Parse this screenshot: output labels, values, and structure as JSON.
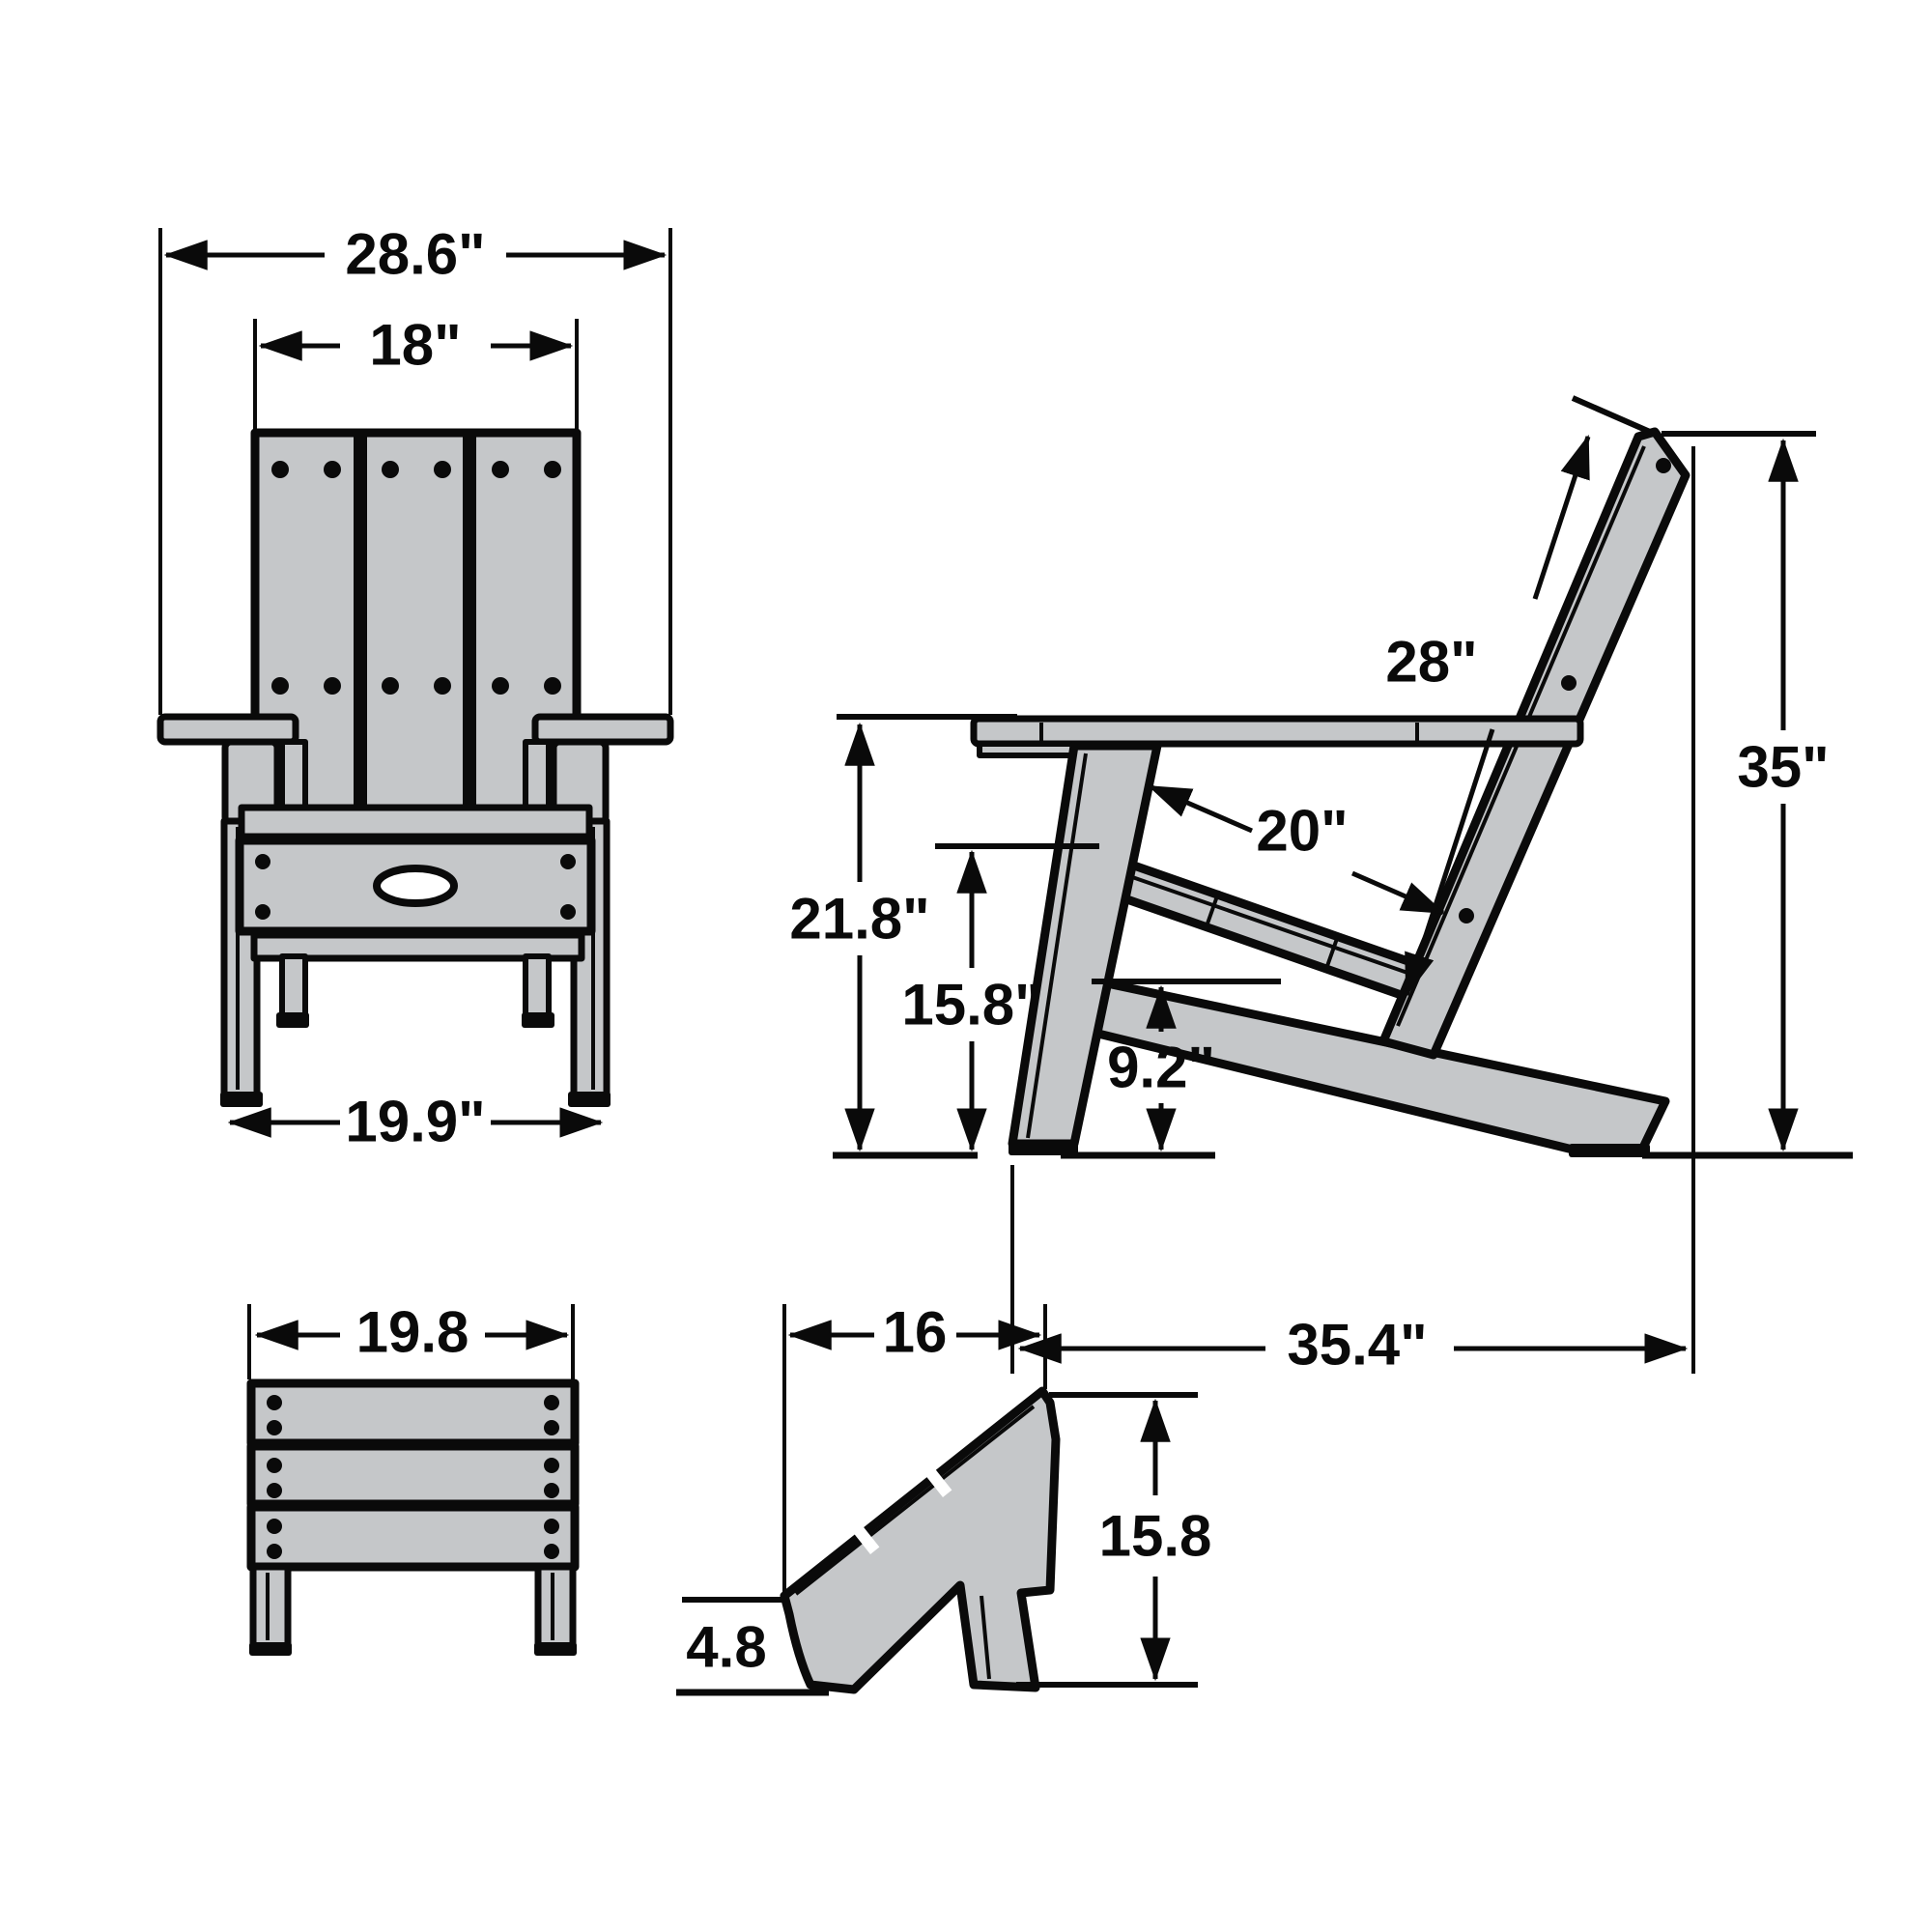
{
  "colors": {
    "outline": "#0a0a0a",
    "wood_fill": "#c5c7c9",
    "background": "#ffffff"
  },
  "views": {
    "chair_front": {
      "dimensions": {
        "overall_width": "28.6\"",
        "back_width": "18\"",
        "base_width": "19.9\""
      }
    },
    "chair_side": {
      "dimensions": {
        "back_length": "28\"",
        "overall_height": "35\"",
        "arm_height": "21.8\"",
        "seat_front_height": "15.8\"",
        "seat_depth": "20\"",
        "seat_rear_height": "9.2\"",
        "overall_depth": "35.4\""
      }
    },
    "ottoman_front": {
      "dimensions": {
        "width": "19.8"
      }
    },
    "ottoman_side": {
      "dimensions": {
        "depth": "16",
        "height": "15.8",
        "front_height": "4.8"
      }
    }
  }
}
